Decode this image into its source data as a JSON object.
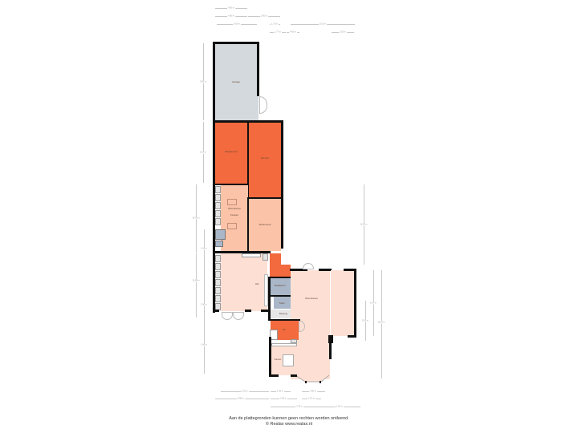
{
  "plan": {
    "colors": {
      "garage_fill": "#d4d9dd",
      "dark_orange": "#f26a3d",
      "light_salmon": "#fbc3a8",
      "pale_salmon": "#fde0d3",
      "bathroom_blue": "#a9b7c9",
      "wall": "#111111"
    },
    "rooms": [
      {
        "id": "garage",
        "label": "Garage"
      },
      {
        "id": "room-a",
        "label": "Slaapkamer"
      },
      {
        "id": "room-b",
        "label": "Kantoor"
      },
      {
        "id": "living",
        "label": "Woonkamer"
      },
      {
        "id": "kitchen",
        "label": "Keuken"
      },
      {
        "id": "room-c",
        "label": "Werkruimte"
      },
      {
        "id": "hall",
        "label": "Hal"
      },
      {
        "id": "bath1",
        "label": "Badkamer"
      },
      {
        "id": "bath2",
        "label": "Toilet"
      },
      {
        "id": "storage",
        "label": "Berging"
      },
      {
        "id": "room-d",
        "label": "Hal"
      },
      {
        "id": "utility",
        "label": "Bijkeuken"
      },
      {
        "id": "large-hall",
        "label": "Woonkamer"
      },
      {
        "id": "annex",
        "label": "Keuken"
      },
      {
        "id": "small-bath",
        "label": "Wc"
      },
      {
        "id": "closet",
        "label": "Kast"
      },
      {
        "id": "bay-room",
        "label": "Kamer"
      }
    ],
    "dimensions": {
      "top": [
        "4.00 m",
        "4.00 m",
        "2.60 m",
        "6.03 m",
        "1.73 m",
        "8.23 m",
        "1.77 m",
        "4.42 m",
        "2.05 m"
      ],
      "bottom": [
        "6.15 m",
        "1.93 m",
        "4.80 m",
        "8.88 m",
        "2.83 m",
        "1.57 m",
        "7.05 m",
        "1.63 m"
      ],
      "left": [
        "9.50 m",
        "8.14 m",
        "14.20 m",
        "13.84 m",
        "1.04 m",
        "2.90 m",
        "1.66 m"
      ],
      "right": [
        "10.42 m",
        "5.53 m",
        "6.57 m",
        "16.13 m"
      ]
    }
  },
  "footer": {
    "line1": "Aan de plattegronden kunnen geen rechten worden ontleend.",
    "line2": "© Realax www.realax.nl"
  }
}
